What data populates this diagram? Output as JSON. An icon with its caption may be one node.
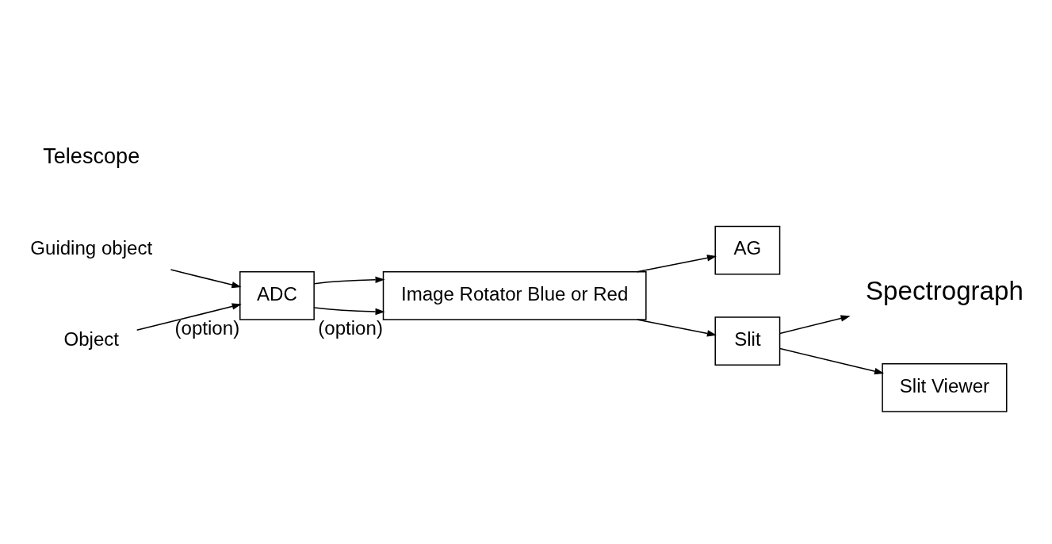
{
  "diagram": {
    "nodes": [
      {
        "text": [
          "Guiding object"
        ]
      },
      {
        "text": [
          "Object"
        ]
      },
      {
        "text": [
          "ADC"
        ],
        "beside": [
          "(option)"
        ]
      },
      {
        "text": [
          "Image Rotator Blue or Red"
        ],
        "beside": [
          "(option)"
        ]
      },
      {
        "text": [
          "AG"
        ]
      },
      {
        "text": [
          "Slit"
        ]
      },
      {
        "text": [
          "Spectrograph"
        ]
      },
      {
        "text": [
          "Slit Viewer"
        ]
      }
    ],
    "edges": [
      {
        "from": 0,
        "to": 2,
        "arrow": "to"
      },
      {
        "from": 1,
        "to": 2,
        "arrow": "to"
      },
      {
        "from": 2,
        "to": 3,
        "arrow": "to"
      },
      {
        "from": 2,
        "to": 3,
        "arrow": "to"
      },
      {
        "from": 3,
        "to": 4,
        "arrow": "to"
      },
      {
        "from": 3,
        "to": 5,
        "arrow": "to"
      },
      {
        "from": 5,
        "to": 6,
        "arrow": "to"
      },
      {
        "from": 5,
        "to": 7,
        "arrow": "to"
      }
    ],
    "labels": [
      "Telescope"
    ]
  }
}
